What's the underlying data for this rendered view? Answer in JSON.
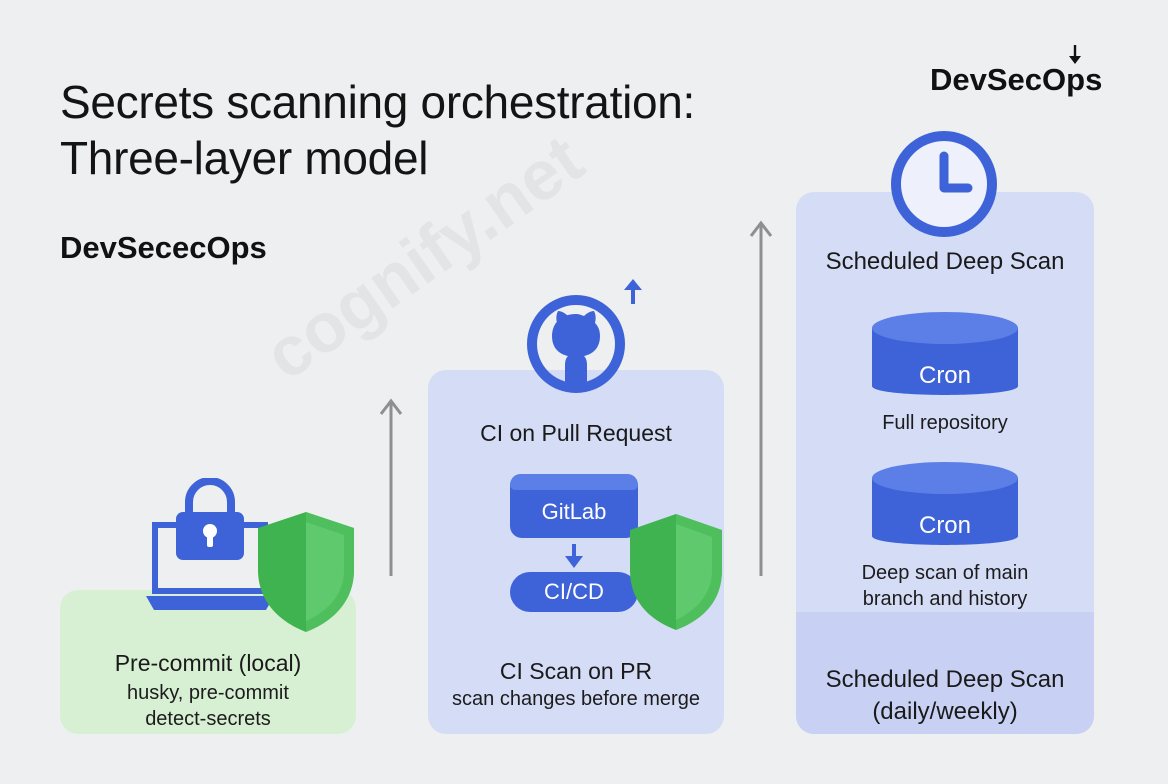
{
  "header": {
    "title_line1": "Secrets scanning orchestration:",
    "title_line2": "Three-layer model",
    "subtitle": "DevSececOps",
    "brand": "DevSecOps",
    "watermark": "cognify.net"
  },
  "layers": {
    "local": {
      "title": "Pre-commit (local)",
      "desc_line1": "husky, pre-commit",
      "desc_line2": "detect-secrets"
    },
    "ci": {
      "heading": "CI on Pull Request",
      "pill_top": "GitLab",
      "pill_bottom": "CI/CD",
      "title": "CI Scan on PR",
      "desc": "scan changes before merge"
    },
    "scheduled": {
      "heading": "Scheduled Deep Scan",
      "cron1": "Cron",
      "cron1_desc": "Full repository",
      "cron2": "Cron",
      "cron2_desc_line1": "Deep scan of main",
      "cron2_desc_line2": "branch and history",
      "footer_line1": "Scheduled Deep Scan",
      "footer_line2": "(daily/weekly)"
    }
  },
  "colors": {
    "background": "#eeeff0",
    "green_panel": "#d7f0d3",
    "blue_panel": "#d5dcf6",
    "accent_blue": "#3e63d8",
    "shield_green": "#3fb34f"
  },
  "icons": [
    "laptop-icon",
    "padlock-icon",
    "shield-icon",
    "github-icon",
    "up-arrow-icon",
    "clock-icon",
    "database-icon",
    "down-arrow-icon"
  ]
}
